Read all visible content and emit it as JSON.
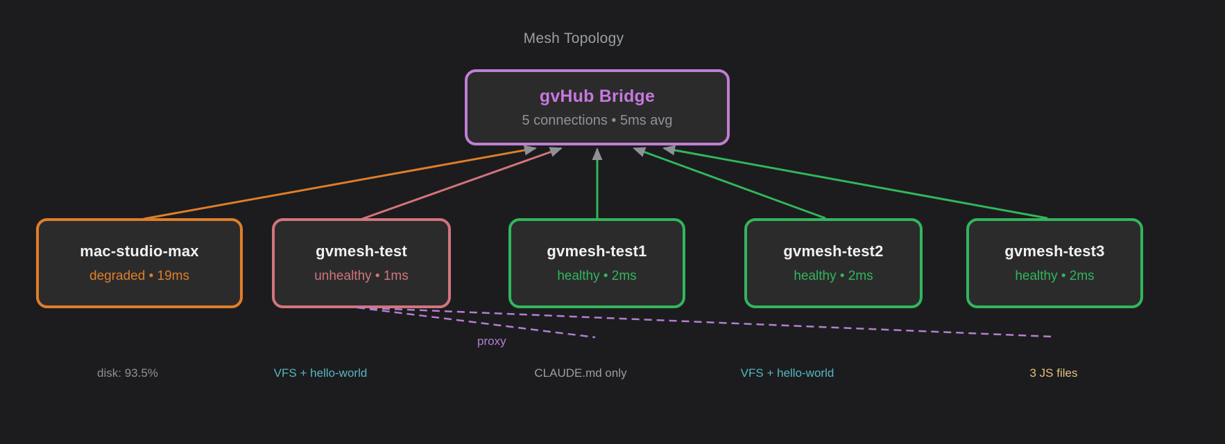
{
  "title": "Mesh Topology",
  "arrow_color": "#8f9196",
  "hub": {
    "name": "gvHub Bridge",
    "stats": "5 connections • 5ms avg",
    "accent_color": "#c678dd",
    "border_color": "#c07fd4"
  },
  "nodes": [
    {
      "name": "mac-studio-max",
      "state": "degraded",
      "latency": "19ms",
      "status": "degraded • 19ms",
      "accent_color": "#e07e2a",
      "footnote": "disk: 93.5%",
      "footnote_color": "#8e9297"
    },
    {
      "name": "gvmesh-test",
      "state": "unhealthy",
      "latency": "1ms",
      "status": "unhealthy • 1ms",
      "accent_color": "#d3747c",
      "footnote": "VFS + hello-world",
      "footnote_color": "#56b6c2"
    },
    {
      "name": "gvmesh-test1",
      "state": "healthy",
      "latency": "2ms",
      "status": "healthy • 2ms",
      "accent_color": "#32b65c",
      "footnote": "CLAUDE.md only",
      "footnote_color": "#9a9ea4"
    },
    {
      "name": "gvmesh-test2",
      "state": "healthy",
      "latency": "2ms",
      "status": "healthy • 2ms",
      "accent_color": "#32b65c",
      "footnote": "VFS + hello-world",
      "footnote_color": "#56b6c2"
    },
    {
      "name": "gvmesh-test3",
      "state": "healthy",
      "latency": "2ms",
      "status": "healthy • 2ms",
      "accent_color": "#32b65c",
      "footnote": "3 JS files",
      "footnote_color": "#e3c07e"
    }
  ],
  "edges": [
    {
      "from": "mac-studio-max",
      "to": "gvHub Bridge",
      "style": "solid",
      "arrow": true,
      "color": "#e07e2a"
    },
    {
      "from": "gvmesh-test",
      "to": "gvHub Bridge",
      "style": "solid",
      "arrow": true,
      "color": "#d3747c"
    },
    {
      "from": "gvmesh-test1",
      "to": "gvHub Bridge",
      "style": "solid",
      "arrow": true,
      "color": "#32b65c"
    },
    {
      "from": "gvmesh-test2",
      "to": "gvHub Bridge",
      "style": "solid",
      "arrow": true,
      "color": "#32b65c"
    },
    {
      "from": "gvmesh-test3",
      "to": "gvHub Bridge",
      "style": "solid",
      "arrow": true,
      "color": "#32b65c"
    },
    {
      "from": "gvmesh-test",
      "to": "gvmesh-test1",
      "style": "dashed",
      "arrow": false,
      "label": "proxy",
      "color": "#b57fd0"
    },
    {
      "from": "gvmesh-test",
      "to": "gvmesh-test3",
      "style": "dashed",
      "arrow": false,
      "color": "#b57fd0"
    }
  ],
  "proxy_label": "proxy"
}
